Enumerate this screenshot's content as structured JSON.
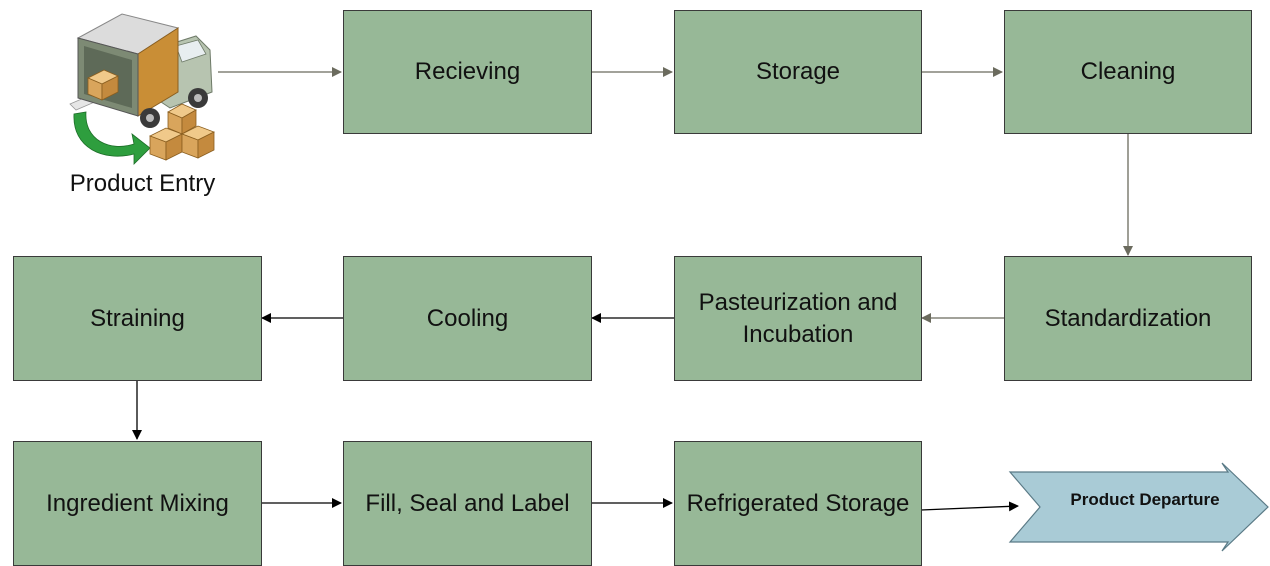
{
  "diagram": {
    "entry_label": "Product Entry",
    "departure_label": "Product Departure",
    "steps": [
      "Recieving",
      "Storage",
      "Cleaning",
      "Standardization",
      "Pasteurization and Incubation",
      "Cooling",
      "Straining",
      "Ingredient Mixing",
      "Fill, Seal and Label",
      "Refrigerated Storage"
    ]
  },
  "colors": {
    "box_fill": "#97b897",
    "box_border": "#3a3a3a",
    "connector_gray": "#6b6b5e",
    "connector_black": "#000000",
    "departure_arrow_fill": "#a9cbd6",
    "truck_body": "#c98e36",
    "truck_cab": "#b7c4b0",
    "entry_arrow": "#2e9e3e"
  }
}
